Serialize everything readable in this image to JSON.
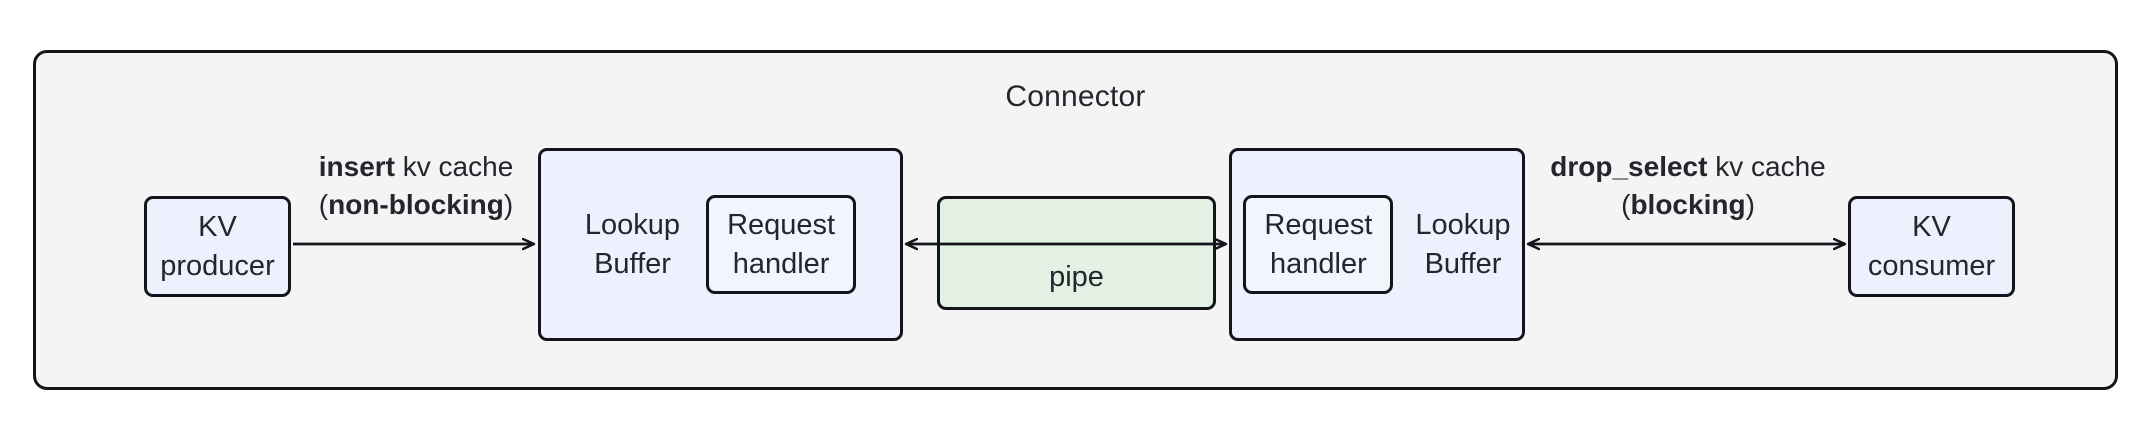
{
  "diagram": {
    "title": "Connector",
    "type": "block-diagram",
    "colors": {
      "frame_bg": "#f4f4f4",
      "frame_border": "#14151a",
      "node_blue": "#eef1fd",
      "node_green": "#e3f1e5",
      "text": "#24262e"
    }
  },
  "nodes": {
    "kv_producer": {
      "label": "KV\nproducer"
    },
    "kv_consumer": {
      "label": "KV\nconsumer"
    },
    "lookup_buffer_left": {
      "label": "Lookup\nBuffer",
      "handler_label": "Request\nhandler"
    },
    "lookup_buffer_right": {
      "label": "Lookup\nBuffer",
      "handler_label": "Request\nhandler"
    },
    "pipe": {
      "label": "pipe"
    }
  },
  "edges": {
    "insert": {
      "op": "insert",
      "object": " kv cache",
      "mode_open": "(",
      "mode": "non-blocking",
      "mode_close": ")",
      "direction": "one-way-right"
    },
    "drop_select": {
      "op": "drop_select",
      "object": " kv cache",
      "mode_open": "(",
      "mode": "blocking",
      "mode_close": ")",
      "direction": "two-way"
    },
    "pipe_edge": {
      "direction": "two-way"
    }
  }
}
